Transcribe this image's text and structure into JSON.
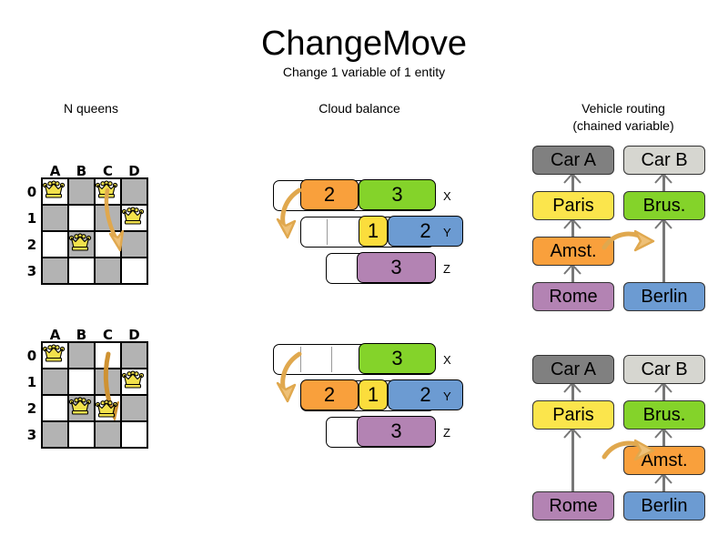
{
  "header": {
    "title": "ChangeMove",
    "subtitle": "Change 1 variable of 1 entity"
  },
  "sections": {
    "nqueens": {
      "title": "N queens"
    },
    "cloudbalance": {
      "title": "Cloud balance"
    },
    "vehiclerouting": {
      "title_line1": "Vehicle routing",
      "title_line2": "(chained variable)"
    }
  },
  "nqueens": {
    "files": [
      "A",
      "B",
      "C",
      "D"
    ],
    "ranks": [
      "0",
      "1",
      "2",
      "3"
    ],
    "before": {
      "queens": [
        {
          "col": 0,
          "row": 0
        },
        {
          "col": 2,
          "row": 0
        },
        {
          "col": 3,
          "row": 1
        },
        {
          "col": 1,
          "row": 2
        }
      ],
      "move": {
        "from_col": 2,
        "from_row": 0,
        "to_col": 2,
        "to_row": 2
      }
    },
    "after": {
      "queens": [
        {
          "col": 0,
          "row": 0
        },
        {
          "col": 3,
          "row": 1
        },
        {
          "col": 1,
          "row": 2
        },
        {
          "col": 2,
          "row": 2
        }
      ],
      "move": {
        "from_col": 2,
        "from_row": 0,
        "to_col": 2,
        "to_row": 2
      }
    }
  },
  "cloudbalance": {
    "rows": [
      "X",
      "Y",
      "Z"
    ],
    "before": [
      {
        "computer": "X",
        "processes": [
          {
            "label": "2",
            "color": "#f9a03c"
          },
          {
            "label": "3",
            "color": "#84d32a"
          }
        ]
      },
      {
        "computer": "Y",
        "processes": [
          {
            "label": "1",
            "color": "#fbdd3c"
          },
          {
            "label": "2",
            "color": "#6c9bd2"
          }
        ]
      },
      {
        "computer": "Z",
        "processes": [
          {
            "label": "3",
            "color": "#b383b3"
          }
        ]
      }
    ],
    "after": [
      {
        "computer": "X",
        "processes": [
          {
            "label": "3",
            "color": "#84d32a"
          }
        ]
      },
      {
        "computer": "Y",
        "processes": [
          {
            "label": "2",
            "color": "#f9a03c"
          },
          {
            "label": "1",
            "color": "#fbdd3c"
          },
          {
            "label": "2",
            "color": "#6c9bd2"
          }
        ]
      },
      {
        "computer": "Z",
        "processes": [
          {
            "label": "3",
            "color": "#b383b3"
          }
        ]
      }
    ],
    "moved_process": {
      "label": "2",
      "color": "#f9a03c",
      "from": "X",
      "to": "Y"
    }
  },
  "vehiclerouting": {
    "before": {
      "chain_a": [
        {
          "label": "Car A",
          "color": "#808080"
        },
        {
          "label": "Paris",
          "color": "#fbe54c"
        },
        {
          "label": "Amst.",
          "color": "#f9a03c"
        },
        {
          "label": "Rome",
          "color": "#b383b3"
        }
      ],
      "chain_b": [
        {
          "label": "Car B",
          "color": "#d6d6d0"
        },
        {
          "label": "Brus.",
          "color": "#84d32a"
        },
        {
          "label": "Berlin",
          "color": "#6c9bd2"
        }
      ]
    },
    "after": {
      "chain_a": [
        {
          "label": "Car A",
          "color": "#808080"
        },
        {
          "label": "Paris",
          "color": "#fbe54c"
        },
        {
          "label": "Rome",
          "color": "#b383b3"
        }
      ],
      "chain_b": [
        {
          "label": "Car B",
          "color": "#d6d6d0"
        },
        {
          "label": "Brus.",
          "color": "#84d32a"
        },
        {
          "label": "Amst.",
          "color": "#f9a03c"
        },
        {
          "label": "Berlin",
          "color": "#6c9bd2"
        }
      ]
    },
    "moved_entity": {
      "label": "Amst.",
      "color": "#f9a03c"
    }
  },
  "colors": {
    "arrow": "#e0a84e",
    "arrow_light": "#eec077",
    "board_dark": "#b3b3b3",
    "board_light": "#ffffff",
    "queen_body": "#f2e14c",
    "queen_outline": "#000000"
  }
}
